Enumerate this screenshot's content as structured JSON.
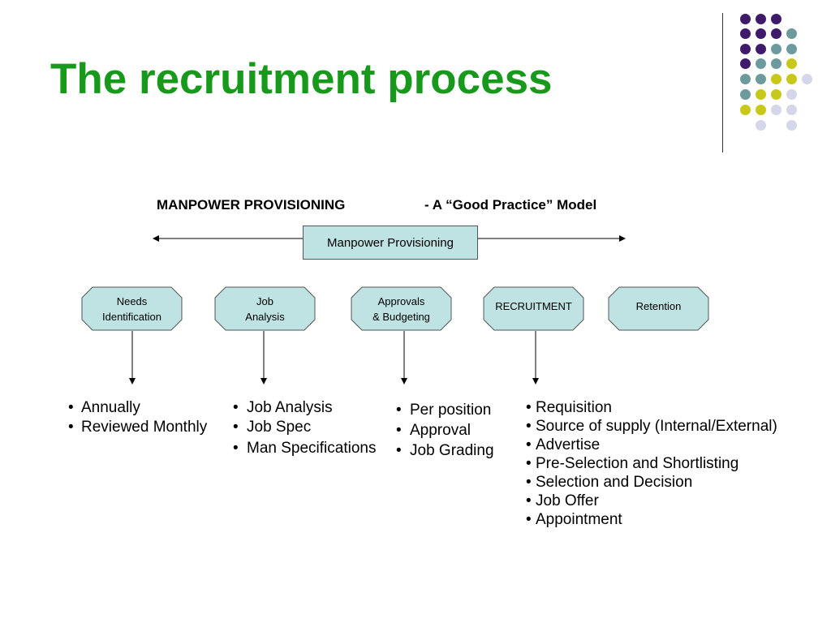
{
  "title": "The recruitment process",
  "heading": {
    "left": "MANPOWER PROVISIONING",
    "right": "- A “Good Practice” Model"
  },
  "top_box": "Manpower Provisioning",
  "stages": [
    {
      "label": "Needs\nIdentification"
    },
    {
      "label": "Job\nAnalysis"
    },
    {
      "label": "Approvals\n& Budgeting"
    },
    {
      "label": "RECRUITMENT"
    },
    {
      "label": "Retention"
    }
  ],
  "lists": {
    "needs": [
      "Annually",
      "Reviewed Monthly"
    ],
    "job": [
      "Job Analysis",
      "Job Spec",
      "Man Specifications"
    ],
    "approvals": [
      "Per position",
      "Approval",
      "Job Grading"
    ],
    "recruitment": [
      "Requisition",
      "Source of supply (Internal/External)",
      "Advertise",
      "Pre-Selection and Shortlisting",
      "Selection and Decision",
      "Job Offer",
      "Appointment"
    ]
  },
  "bullet": "•",
  "colors": {
    "title": "#179a1b",
    "box_fill": "#bfe3e3",
    "dot_purple": "#3f1a6b",
    "dot_teal": "#6d9a9c",
    "dot_yellow": "#c8c81a",
    "dot_lavender": "#d6d6ea"
  }
}
